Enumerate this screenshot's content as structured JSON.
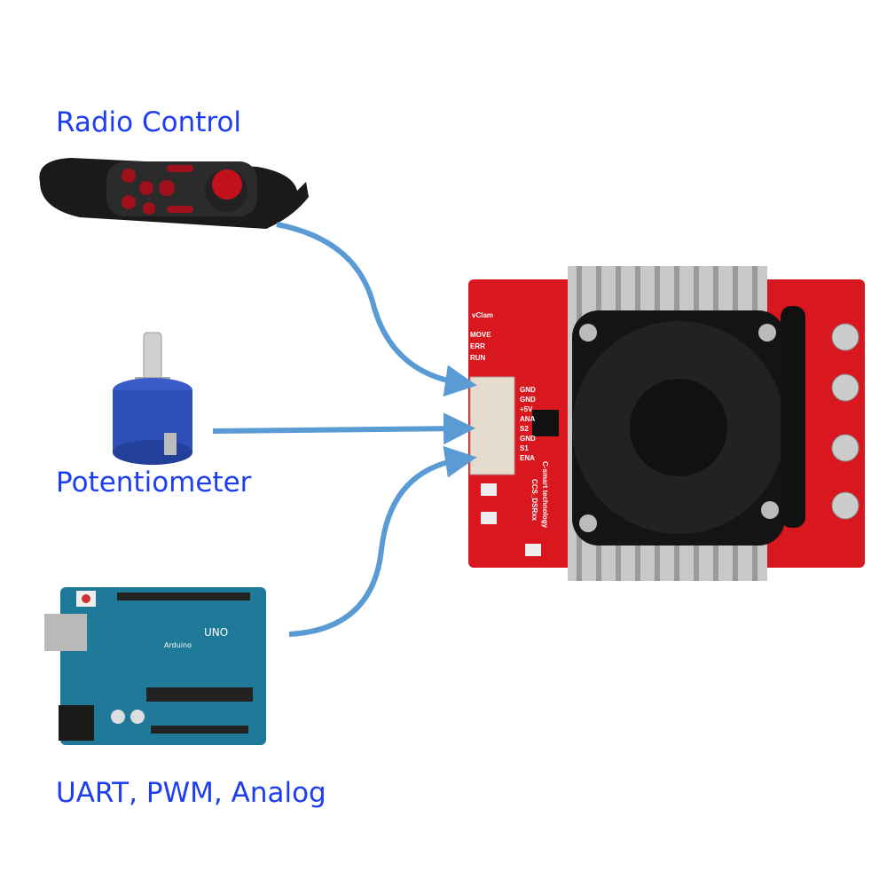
{
  "labels": {
    "radio": "Radio Control",
    "pot": "Potentiometer",
    "uart": "UART, PWM, Analog"
  },
  "board": {
    "pins": [
      "GND",
      "GND",
      "+5V",
      "ANA",
      "S2",
      "GND",
      "S1",
      "ENA"
    ],
    "leds": [
      "vClam",
      "MOVE",
      "ERR",
      "RUN"
    ],
    "model": "CCS_DSRxx",
    "brand": "C-smart technology"
  },
  "arduino": {
    "logo": "UNO",
    "brand": "Arduino"
  },
  "colors": {
    "label": "#1c3ef0",
    "arrow": "#5b9bd5",
    "board": "#d8181e",
    "arduino": "#1f7a9a"
  }
}
